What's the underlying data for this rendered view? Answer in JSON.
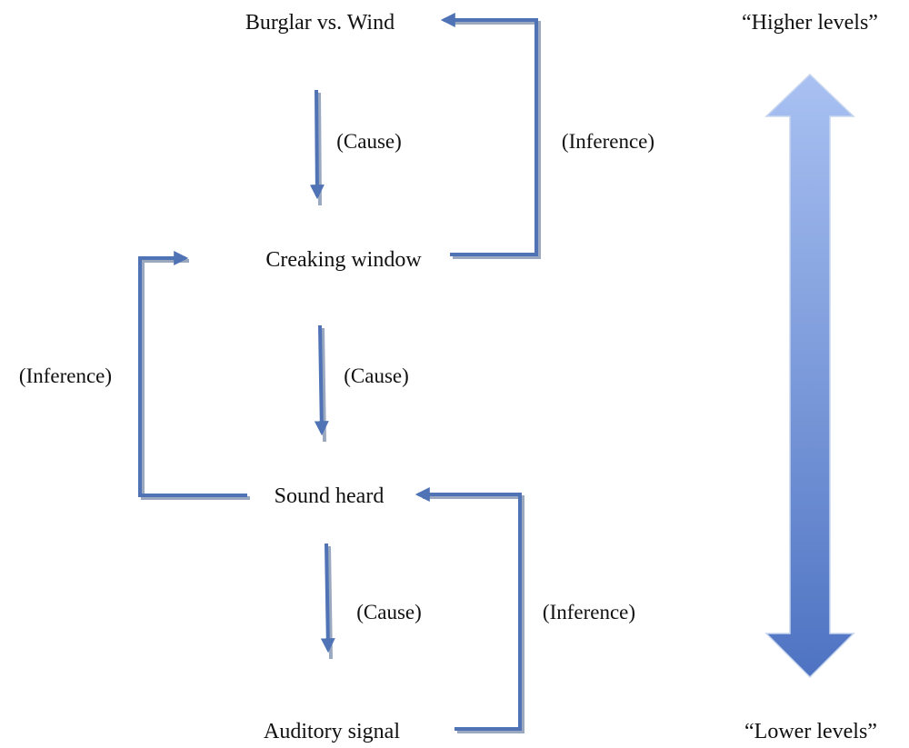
{
  "nodes": {
    "burglar_vs_wind": "Burglar vs. Wind",
    "creaking_window": "Creaking window",
    "sound_heard": "Sound heard",
    "auditory_signal": "Auditory signal"
  },
  "labels": {
    "cause_1": "(Cause)",
    "cause_2": "(Cause)",
    "cause_3": "(Cause)",
    "inference_1": "(Inference)",
    "inference_2": "(Inference)",
    "inference_3": "(Inference)"
  },
  "levels": {
    "higher": "“Higher levels”",
    "lower": "“Lower levels”"
  },
  "colors": {
    "arrow": "#4f73b5",
    "arrow_shadow": "#9aa8c0",
    "gradient_top": "#a9c1f2",
    "gradient_bottom": "#4e73c2",
    "text": "#111111"
  }
}
